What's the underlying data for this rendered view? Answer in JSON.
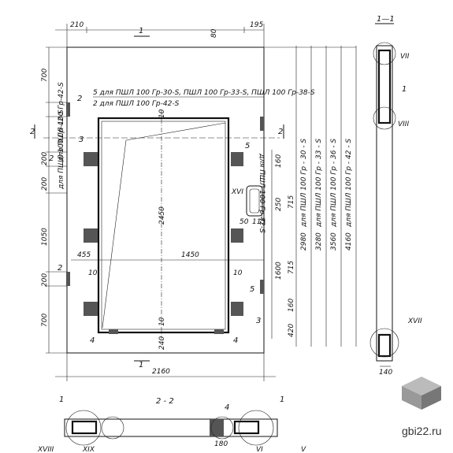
{
  "sections": {
    "section_1_1": "1—1",
    "section_2_2": "2 - 2",
    "mark_1": "1",
    "mark_2": "2"
  },
  "top_dims": {
    "d210": "210",
    "d80": "80",
    "d195": "195"
  },
  "left_dims": {
    "d700a": "700",
    "d200a": "200",
    "d200b": "200",
    "d1050": "1050",
    "d200c": "200",
    "d700b": "700",
    "d2a": "2",
    "d2b": "2",
    "d2c": "2"
  },
  "inner_dims": {
    "d10a": "10",
    "d2450": "2450",
    "d455": "455",
    "d1450": "1450",
    "d10b": "10",
    "d10c": "10",
    "d10d": "10",
    "d240": "240",
    "d2160": "2160"
  },
  "right_dims": {
    "d160a": "160",
    "d250": "250",
    "d715a": "715",
    "d50": "50",
    "d115": "115",
    "d1600": "1600",
    "d715b": "715",
    "d160b": "160",
    "d420": "420",
    "d140": "140",
    "d180": "180"
  },
  "heights": [
    "2980",
    "3280",
    "3560",
    "4160"
  ],
  "height_labels": [
    "для  ПШЛ 100 Гр - 30 - S",
    "для  ПШЛ 100 Гр - 33 - S",
    "для  ПШЛ 100 Гр - 36 - S",
    "для  ПШЛ 100 Гр - 42 - S"
  ],
  "notes": {
    "note5": "5 для ПШЛ 100 Гр-30-S, ПШЛ 100 Гр-33-S, ПШЛ 100 Гр-38-S",
    "note2": "2 для ПШЛ 100 Гр-42-S",
    "left_note": "для ПШЛ 100 Гр-42-S",
    "right_note": "для ПШЛ 100 Гр-42-S"
  },
  "marks": {
    "m2": "2",
    "m3a": "3",
    "m3b": "3",
    "m4a": "4",
    "m4b": "4",
    "m5a": "5",
    "m5b": "5",
    "m4c": "4",
    "m1a": "1",
    "m1b": "1",
    "m1c": "1"
  },
  "nodes": {
    "vii": "VII",
    "viii": "VIII",
    "xvi": "XVI",
    "xvii": "XVII",
    "xviii": "XVIII",
    "xix": "XIX",
    "vi": "VI",
    "v": "V"
  },
  "watermark": "gbi22.ru"
}
